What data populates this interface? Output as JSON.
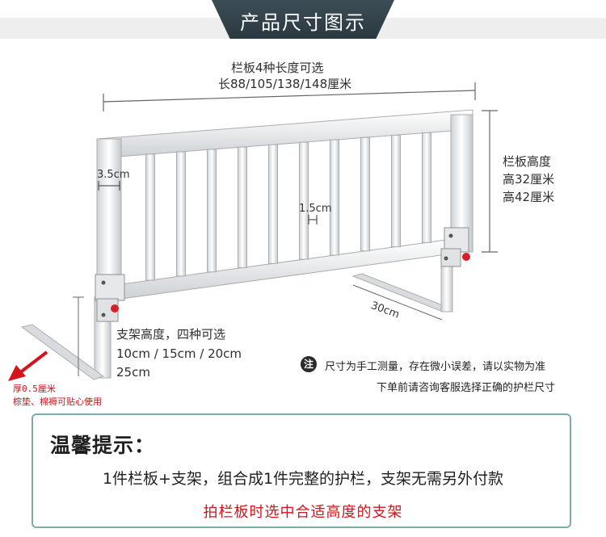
{
  "header": {
    "title": "产品尺寸图示"
  },
  "dimensions": {
    "length_line1": "栏板4种长度可选",
    "length_line2": "长88/105/138/148厘米",
    "height_title": "栏板高度",
    "height_1": "高32厘米",
    "height_2": "高42厘米",
    "frame_width": "3.5cm",
    "slat_width": "1.5cm",
    "bracket_length": "30cm",
    "support_title": "支架高度，四种可选",
    "support_sizes_1": "10cm / 15cm / 20cm",
    "support_sizes_2": "25cm"
  },
  "side_note": {
    "line1": "厚0.5厘米",
    "line2": "棕垫、棉褥可贴心使用"
  },
  "notice": {
    "icon_label": "注",
    "line1": "尺寸为手工测量，存在微小误差，请以实物为准",
    "line2": "下单前请咨询客服选择正确的护栏尺寸"
  },
  "tips": {
    "title": "温馨提示：",
    "line1": "1件栏板+支架，组合成1件完整的护栏，支架无需另外付款",
    "line2": "拍栏板时选中合适高度的支架"
  },
  "colors": {
    "title_bar": "#2f3e46",
    "accent_red": "#d3141b",
    "box_border": "#7eaaa8"
  }
}
